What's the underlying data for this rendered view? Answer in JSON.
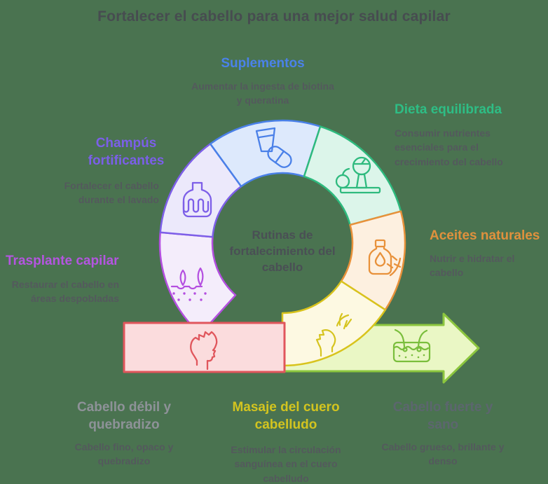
{
  "title": "Fortalecer el cabello para una mejor salud capilar",
  "center_label": "Rutinas de fortalecimiento del cabello",
  "sections": {
    "suplementos": {
      "label": "Suplementos",
      "desc": "Aumentar la ingesta de biotina y queratina",
      "color": "#4a82ea",
      "icon": "glass-and-capsule"
    },
    "dieta": {
      "label": "Dieta equilibrada",
      "desc": "Consumir nutrientes esenciales para el crecimiento del cabello",
      "color": "#2ebd85",
      "icon": "apple-and-scale"
    },
    "champus": {
      "label": "Champús fortificantes",
      "desc": "Fortalecer el cabello durante el lavado",
      "color": "#7b5fe8",
      "icon": "shampoo-bottle"
    },
    "aceites": {
      "label": "Aceites naturales",
      "desc": "Nutrir e hidratar el cabello",
      "color": "#e0913d",
      "icon": "oil-bottle-branch"
    },
    "trasplante": {
      "label": "Trasplante capilar",
      "desc": "Restaurar el cabello en áreas despobladas",
      "color": "#b455e0",
      "icon": "hair-follicles"
    },
    "debil": {
      "label": "Cabello débil y quebradizo",
      "desc": "Cabello fino, opaco y quebradizo",
      "color": "#8e9298",
      "icon": "weak-hair-head"
    },
    "masaje": {
      "label": "Masaje del cuero cabelludo",
      "desc": "Estimular la circulación sanguínea en el cuero cabelludo",
      "color": "#d3c41f",
      "icon": "scalp-massage-hand"
    },
    "fuerte": {
      "label": "Cabello fuerte y sano",
      "desc": "Cabello grueso, brillante y denso",
      "color": "#5c666e",
      "icon": "healthy-scalp-section"
    }
  },
  "palette": {
    "background": "#4a7350",
    "title_text": "#474c50",
    "body_text": "#54595d",
    "segment_blue": {
      "stroke": "#4a80e8",
      "fill": "#dde9fc"
    },
    "segment_green": {
      "stroke": "#2eba7e",
      "fill": "#dcf5ea"
    },
    "segment_orange": {
      "stroke": "#e8913a",
      "fill": "#fdf0e0"
    },
    "segment_yellow": {
      "stroke": "#d8c31c",
      "fill": "#fdf9e2"
    },
    "segment_purple": {
      "stroke": "#7d5fe8",
      "fill": "#ece9fb"
    },
    "segment_magenta": {
      "stroke": "#b44fe0",
      "fill": "#f4edfb"
    },
    "weak_box": {
      "stroke": "#e0565c",
      "fill": "#fbdcdd"
    },
    "arrow": {
      "stroke": "#8cc63e",
      "fill": "#eaf7c5"
    }
  }
}
